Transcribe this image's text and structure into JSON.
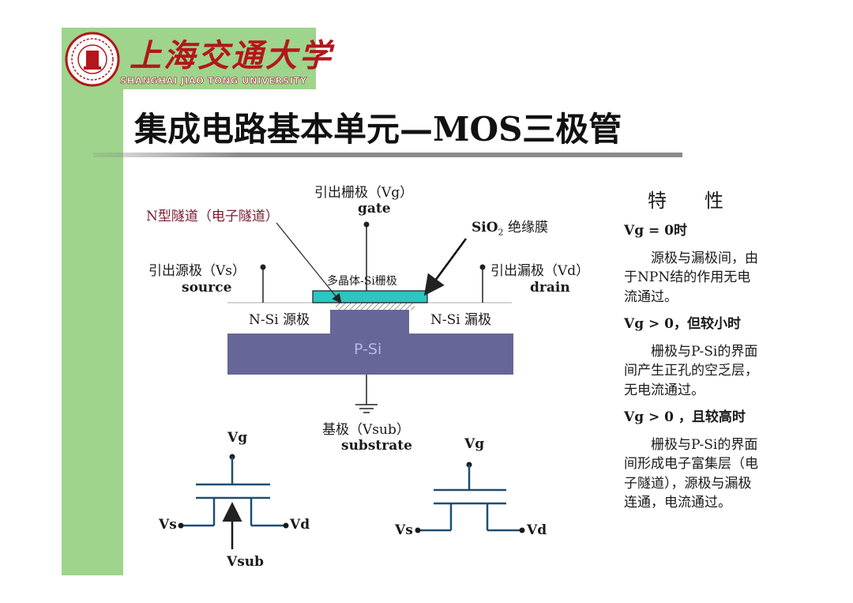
{
  "logo": {
    "cn_name": "上海交通大学",
    "en_name": "SHANGHAI JIAO TONG UNIVERSITY"
  },
  "slide": {
    "title": "集成电路基本单元—MOS三极管"
  },
  "diagram": {
    "gate_label_cn": "引出栅极（Vg）",
    "gate_label_en": "gate",
    "channel_label": "N型隧道（电子隧道）",
    "oxide_label": "SiO",
    "oxide_subscript": "2",
    "oxide_suffix": " 绝缘膜",
    "source_label_cn": "引出源极（Vs）",
    "source_label_en": "source",
    "drain_label_cn": "引出漏极（Vd）",
    "drain_label_en": "drain",
    "polysi_label": "多晶体-Si栅极",
    "nsi_source_label": "N-Si 源极",
    "nsi_drain_label": "N-Si 漏极",
    "psi_label": "P-Si",
    "substrate_label_cn": "基极（Vsub）",
    "substrate_label_en": "substrate",
    "colors": {
      "oxide_fill": "#2ec4c0",
      "psi_fill": "#666699",
      "psi_text": "#b9b9e6",
      "channel_text": "#7a1b2e",
      "symbol_stroke": "#1b4f72"
    }
  },
  "symbol_left": {
    "vg": "Vg",
    "vs": "Vs",
    "vd": "Vd",
    "vsub": "Vsub"
  },
  "symbol_right": {
    "vg": "Vg",
    "vs": "Vs",
    "vd": "Vd"
  },
  "properties": {
    "heading": "特性",
    "items": [
      {
        "condition": "Vg = 0时",
        "description": "源极与漏极间，由于NPN结的作用无电流通过。"
      },
      {
        "condition": "Vg > 0，但较小时",
        "description": "栅极与P-Si的界面间产生正孔的空乏层，无电流通过。"
      },
      {
        "condition": "Vg > 0 ，且较高时",
        "description": "栅极与P-Si的界面间形成电子富集层（电子隧道），源极与漏极连通，电流通过。"
      }
    ]
  }
}
